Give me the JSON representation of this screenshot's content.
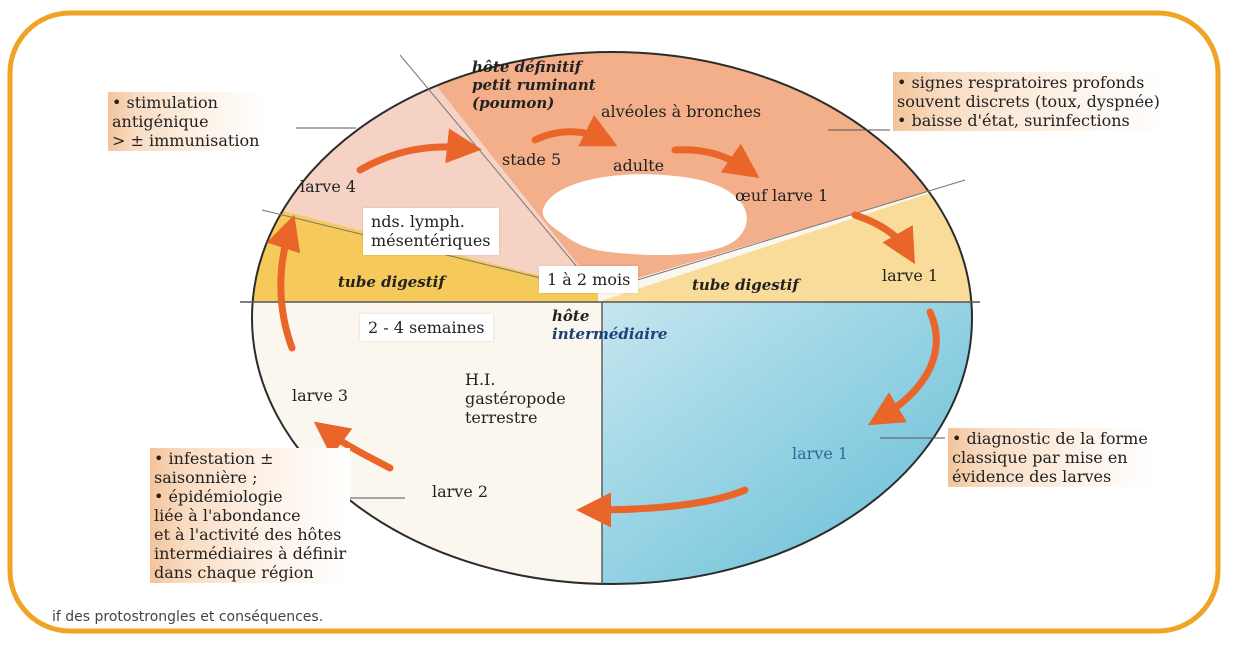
{
  "colors": {
    "frame": "#f0a423",
    "host_lung": "#f3ae8a",
    "host_upper_left": "#f6cfc0",
    "digestive": "#f7d890",
    "digestive_left": "#f4c24d",
    "water_blue": "#8ccfe1",
    "white_area": "#fbf7ee",
    "arrow": "#e9652a"
  },
  "sectors": {
    "host_definitive": [
      "hôte définitif",
      "petit ruminant",
      "(poumon)"
    ],
    "alveoles": "alvéoles à bronches",
    "tube_left": "tube digestif",
    "tube_right": "tube digestif",
    "host_intermediate": [
      "hôte",
      "intermédiaire"
    ]
  },
  "stages": {
    "stade5": "stade 5",
    "adulte": "adulte",
    "oeuf_larve1": "œuf larve 1",
    "larve1_top": "larve 1",
    "larve1_blue": "larve 1",
    "larve2": "larve 2",
    "larve3": "larve 3",
    "larve4": "larve 4"
  },
  "boxes": {
    "lymph": [
      "nds. lymph.",
      "mésentériques"
    ],
    "duration_month": "1 à 2 mois",
    "duration_weeks": "2 - 4 semaines"
  },
  "hi_label": [
    "H.I.",
    "gastéropode",
    "terrestre"
  ],
  "notes": {
    "stimulation": [
      "• stimulation",
      "antigénique",
      "> ± immunisation"
    ],
    "signes": [
      "• signes respratoires profonds",
      "souvent discrets (toux, dyspnée)",
      "• baisse d'état, surinfections"
    ],
    "diagnostic": [
      "• diagnostic de la forme",
      "classique par mise en",
      "évidence des larves"
    ],
    "infestation": [
      "• infestation ±",
      "saisonnière ;",
      "• épidémiologie",
      "liée à l'abondance",
      "et à l'activité des hôtes",
      "intermédiaires à définir",
      "dans chaque région"
    ]
  },
  "caption": "if des protostrongles et conséquences."
}
